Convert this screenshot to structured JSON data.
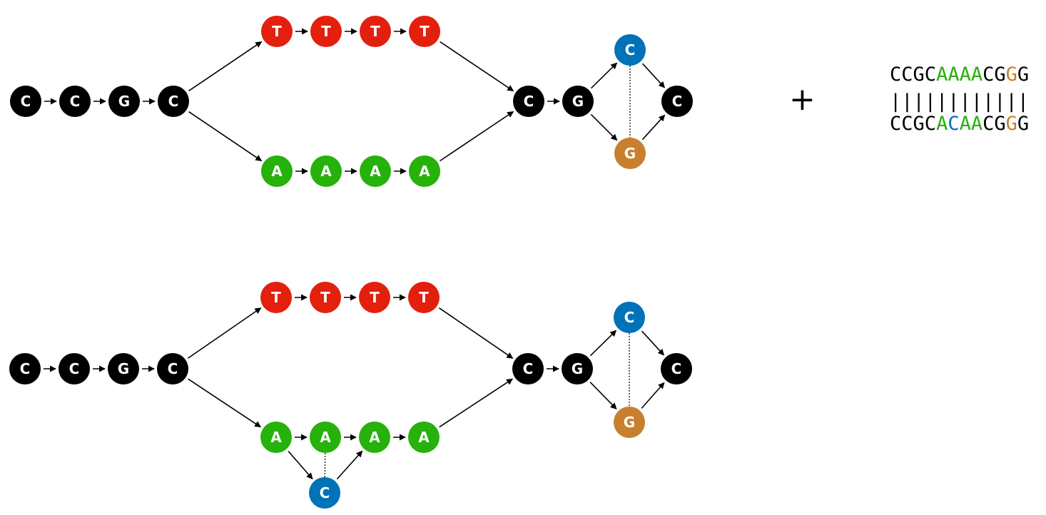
{
  "colors": {
    "black": "#000000",
    "T": "#e3200e",
    "A": "#26b10b",
    "C": "#0072b8",
    "G": "#c87f2e"
  },
  "graphs": [
    {
      "nodes": [
        {
          "id": "n0",
          "base": "C",
          "color": "black"
        },
        {
          "id": "n1",
          "base": "C",
          "color": "black"
        },
        {
          "id": "n2",
          "base": "G",
          "color": "black"
        },
        {
          "id": "n3",
          "base": "C",
          "color": "black"
        },
        {
          "id": "t0",
          "base": "T",
          "color": "T"
        },
        {
          "id": "t1",
          "base": "T",
          "color": "T"
        },
        {
          "id": "t2",
          "base": "T",
          "color": "T"
        },
        {
          "id": "t3",
          "base": "T",
          "color": "T"
        },
        {
          "id": "a0",
          "base": "A",
          "color": "A"
        },
        {
          "id": "a1",
          "base": "A",
          "color": "A"
        },
        {
          "id": "a2",
          "base": "A",
          "color": "A"
        },
        {
          "id": "a3",
          "base": "A",
          "color": "A"
        },
        {
          "id": "m0",
          "base": "C",
          "color": "black"
        },
        {
          "id": "m1",
          "base": "G",
          "color": "black"
        },
        {
          "id": "bc",
          "base": "C",
          "color": "C"
        },
        {
          "id": "bg",
          "base": "G",
          "color": "G"
        },
        {
          "id": "end",
          "base": "C",
          "color": "black"
        }
      ],
      "edges": [
        [
          "n0",
          "n1"
        ],
        [
          "n1",
          "n2"
        ],
        [
          "n2",
          "n3"
        ],
        [
          "n3",
          "t0"
        ],
        [
          "t0",
          "t1"
        ],
        [
          "t1",
          "t2"
        ],
        [
          "t2",
          "t3"
        ],
        [
          "n3",
          "a0"
        ],
        [
          "a0",
          "a1"
        ],
        [
          "a1",
          "a2"
        ],
        [
          "a2",
          "a3"
        ],
        [
          "t3",
          "m0"
        ],
        [
          "a3",
          "m0"
        ],
        [
          "m0",
          "m1"
        ],
        [
          "m1",
          "bc"
        ],
        [
          "m1",
          "bg"
        ],
        [
          "bc",
          "end"
        ],
        [
          "bg",
          "end"
        ]
      ],
      "dotted": [
        [
          "bc",
          "bg"
        ]
      ]
    },
    {
      "nodes": [
        {
          "id": "n0",
          "base": "C",
          "color": "black"
        },
        {
          "id": "n1",
          "base": "C",
          "color": "black"
        },
        {
          "id": "n2",
          "base": "G",
          "color": "black"
        },
        {
          "id": "n3",
          "base": "C",
          "color": "black"
        },
        {
          "id": "t0",
          "base": "T",
          "color": "T"
        },
        {
          "id": "t1",
          "base": "T",
          "color": "T"
        },
        {
          "id": "t2",
          "base": "T",
          "color": "T"
        },
        {
          "id": "t3",
          "base": "T",
          "color": "T"
        },
        {
          "id": "a0",
          "base": "A",
          "color": "A"
        },
        {
          "id": "a1",
          "base": "A",
          "color": "A"
        },
        {
          "id": "a2",
          "base": "A",
          "color": "A"
        },
        {
          "id": "a3",
          "base": "A",
          "color": "A"
        },
        {
          "id": "ac",
          "base": "C",
          "color": "C"
        },
        {
          "id": "m0",
          "base": "C",
          "color": "black"
        },
        {
          "id": "m1",
          "base": "G",
          "color": "black"
        },
        {
          "id": "bc",
          "base": "C",
          "color": "C"
        },
        {
          "id": "bg",
          "base": "G",
          "color": "G"
        },
        {
          "id": "end",
          "base": "C",
          "color": "black"
        }
      ],
      "edges": [
        [
          "n0",
          "n1"
        ],
        [
          "n1",
          "n2"
        ],
        [
          "n2",
          "n3"
        ],
        [
          "n3",
          "t0"
        ],
        [
          "t0",
          "t1"
        ],
        [
          "t1",
          "t2"
        ],
        [
          "t2",
          "t3"
        ],
        [
          "n3",
          "a0"
        ],
        [
          "a0",
          "a1"
        ],
        [
          "a1",
          "a2"
        ],
        [
          "a2",
          "a3"
        ],
        [
          "a0",
          "ac"
        ],
        [
          "ac",
          "a2"
        ],
        [
          "t3",
          "m0"
        ],
        [
          "a3",
          "m0"
        ],
        [
          "m0",
          "m1"
        ],
        [
          "m1",
          "bc"
        ],
        [
          "m1",
          "bg"
        ],
        [
          "bc",
          "end"
        ],
        [
          "bg",
          "end"
        ]
      ],
      "dotted": [
        [
          "bc",
          "bg"
        ],
        [
          "a1",
          "ac"
        ]
      ]
    }
  ],
  "plus_sign": "+",
  "alignment": {
    "top": [
      {
        "text": "C",
        "color": "black"
      },
      {
        "text": "C",
        "color": "black"
      },
      {
        "text": "G",
        "color": "black"
      },
      {
        "text": "C",
        "color": "black"
      },
      {
        "text": "A",
        "color": "A"
      },
      {
        "text": "A",
        "color": "A"
      },
      {
        "text": "A",
        "color": "A"
      },
      {
        "text": "A",
        "color": "A"
      },
      {
        "text": "C",
        "color": "black"
      },
      {
        "text": "G",
        "color": "black"
      },
      {
        "text": "G",
        "color": "G"
      },
      {
        "text": "G",
        "color": "black"
      }
    ],
    "bars": "||||||||||||",
    "bottom": [
      {
        "text": "C",
        "color": "black"
      },
      {
        "text": "C",
        "color": "black"
      },
      {
        "text": "G",
        "color": "black"
      },
      {
        "text": "C",
        "color": "black"
      },
      {
        "text": "A",
        "color": "A"
      },
      {
        "text": "C",
        "color": "C"
      },
      {
        "text": "A",
        "color": "A"
      },
      {
        "text": "A",
        "color": "A"
      },
      {
        "text": "C",
        "color": "black"
      },
      {
        "text": "G",
        "color": "black"
      },
      {
        "text": "G",
        "color": "G"
      },
      {
        "text": "G",
        "color": "black"
      }
    ]
  }
}
